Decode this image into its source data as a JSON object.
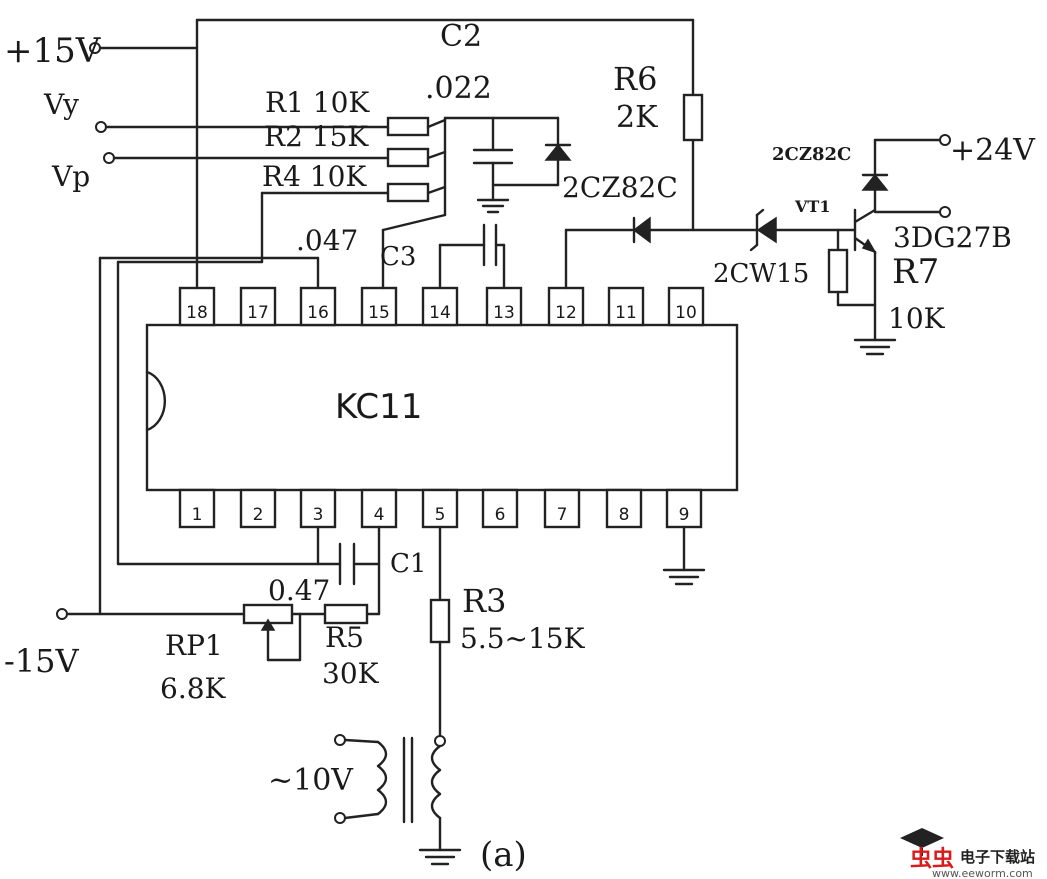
{
  "chip": {
    "name": "KC11",
    "pins_top": [
      "18",
      "17",
      "16",
      "15",
      "14",
      "13",
      "12",
      "11",
      "10"
    ],
    "pins_bottom": [
      "1",
      "2",
      "3",
      "4",
      "5",
      "6",
      "7",
      "8",
      "9"
    ]
  },
  "supply": {
    "pos15": "+15V",
    "neg15": "-15V",
    "pos24": "+24V"
  },
  "inputs": {
    "vy": "Vy",
    "vp": "Vp"
  },
  "components": {
    "r1": "R1 10K",
    "r2": "R2 15K",
    "r4": "R4 10K",
    "c2_name": "C2",
    "c2_value": ".022",
    "d_top": "2CZ82C",
    "r6_name": "R6",
    "r6_value": "2K",
    "d_vt": "2CZ82C",
    "vt_name": "VT1",
    "vt_type": "3DG27B",
    "zener": "2CW15",
    "r7_name": "R7",
    "r7_value": "10K",
    "c16_value": ".047",
    "c3_name": "C3",
    "c1_name": "C1",
    "c1_value": "0.47",
    "rp1_name": "RP1",
    "rp1_value": "6.8K",
    "r5_name": "R5",
    "r5_value": "30K",
    "r3_name": "R3",
    "r3_value": "5.5~15K",
    "xfmr": "~10V"
  },
  "caption": "(a)",
  "watermark": {
    "brand": "虫虫",
    "site_cn": "电子下载站",
    "url": "www.eeworm.com"
  }
}
